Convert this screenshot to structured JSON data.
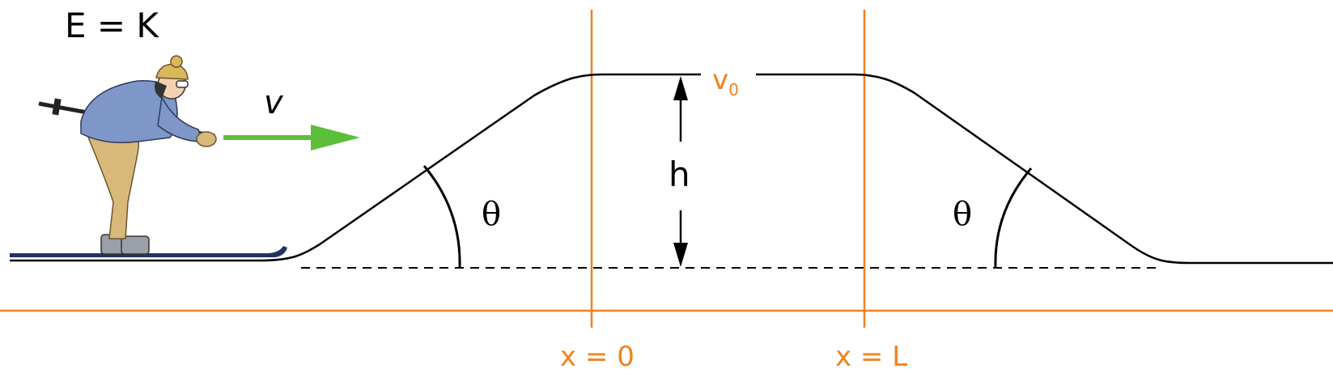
{
  "equation": "E = K",
  "labels": {
    "velocity": "v",
    "top_velocity_main": "v",
    "top_velocity_sub": "0",
    "height": "h",
    "angle_left": "θ",
    "angle_right": "θ",
    "x_start": "x = 0",
    "x_end": "x = L"
  },
  "colors": {
    "axis": "#f0821e",
    "arrow": "#5bbf3a",
    "ink": "#000000"
  },
  "icons": {
    "skier": "skier-icon",
    "velocity_arrow": "arrow-right-icon"
  }
}
